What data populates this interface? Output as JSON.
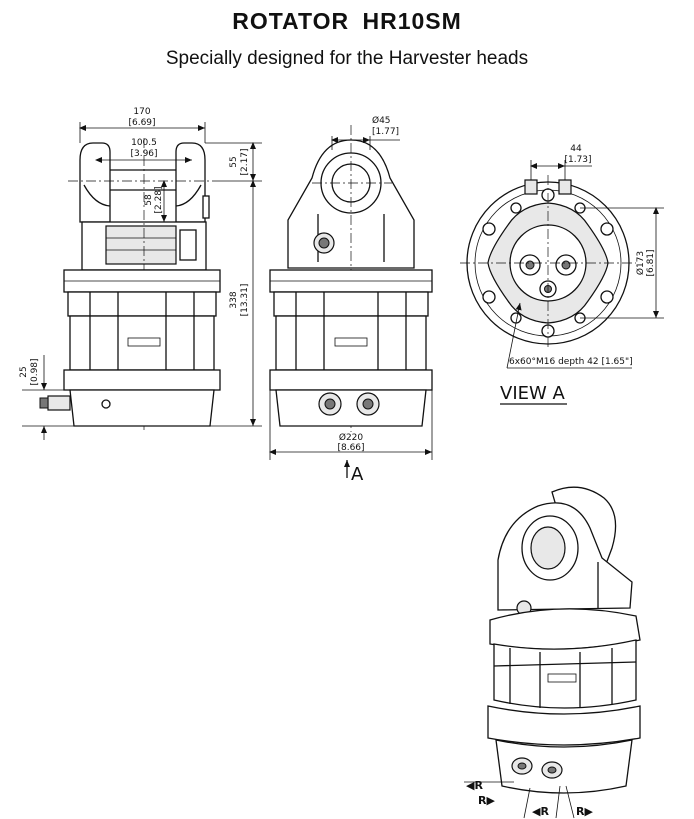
{
  "title": "ROTATOR  HR10SM",
  "subtitle": "Specially designed for the Harvester heads",
  "front_view": {
    "width_mm": "170",
    "width_in": "[6.69]",
    "pin_span_mm": "100.5",
    "pin_span_in": "[3.96]",
    "top_offset_mm": "55",
    "top_offset_in": "[2.17]",
    "pin_height_mm": "58",
    "pin_height_in": "[2.28]",
    "height_mm": "338",
    "height_in": "[13.31]",
    "port_offset_mm": "25",
    "port_offset_in": "[0.98]"
  },
  "side_view": {
    "pin_dia_mm": "Ø45",
    "pin_dia_in": "[1.77]",
    "body_dia_mm": "Ø220",
    "body_dia_in": "[8.66]",
    "view_marker": "A"
  },
  "view_a": {
    "port_spacing_mm": "44",
    "port_spacing_in": "[1.73]",
    "bolt_circle_mm": "Ø173",
    "bolt_circle_in": "[6.81]",
    "thread_note": "6x60°M16 depth 42 [1.65\"]",
    "label": "VIEW A"
  },
  "iso_view": {
    "arrow_left_1": "R",
    "arrow_right_1": "R",
    "arrow_left_2": "R",
    "arrow_right_2": "R"
  }
}
